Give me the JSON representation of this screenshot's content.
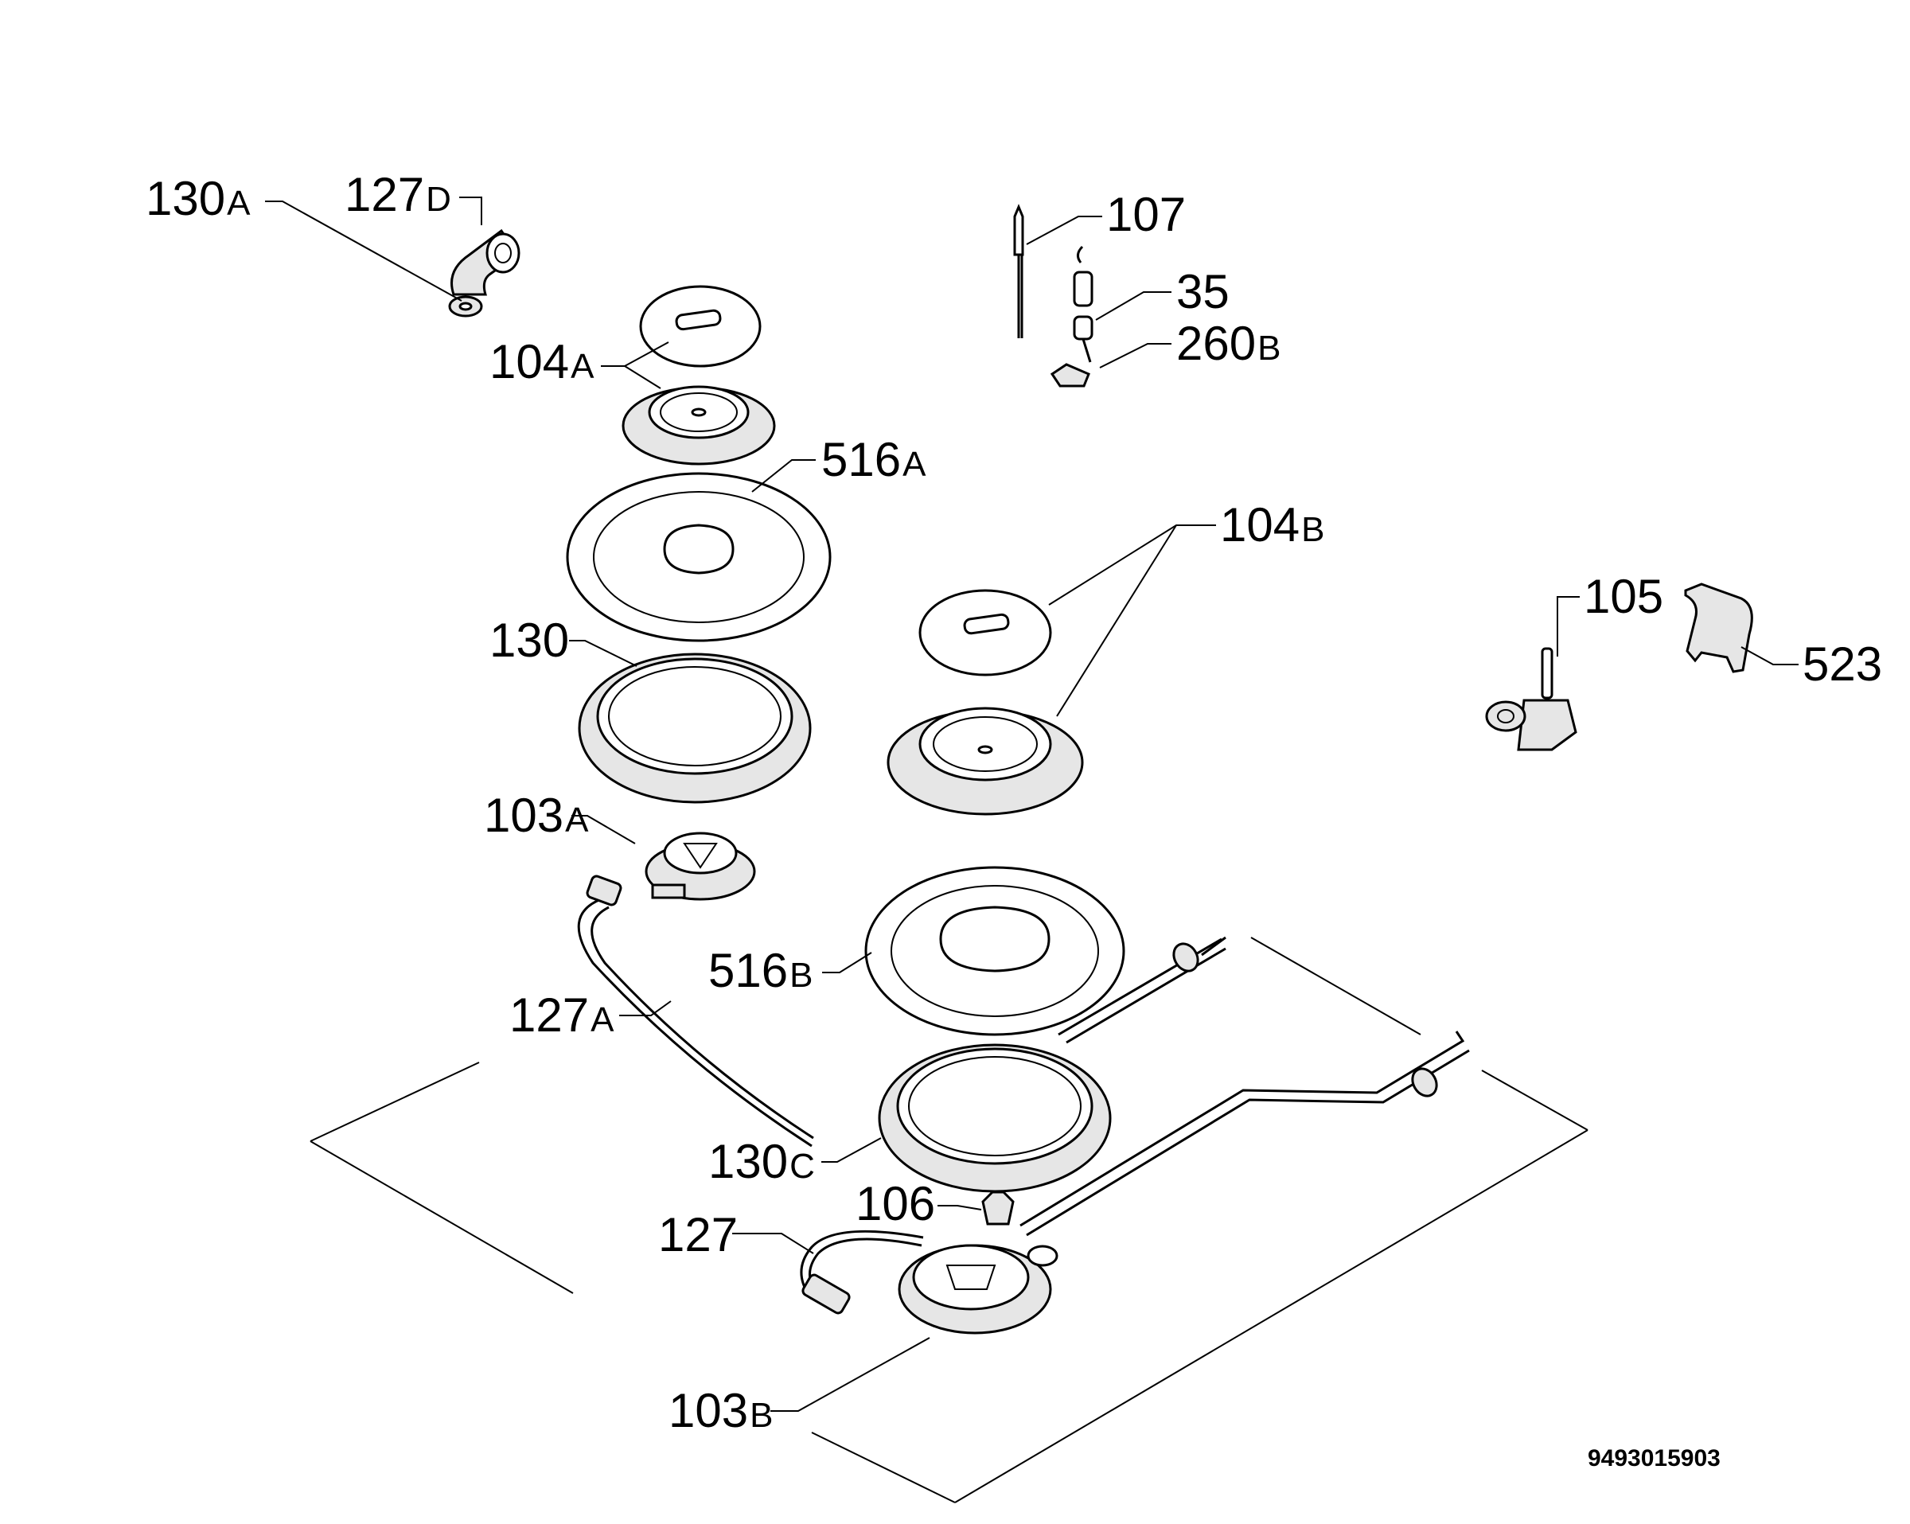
{
  "labels": {
    "l130a": {
      "num": "130",
      "sfx": "A"
    },
    "l127d": {
      "num": "127",
      "sfx": "D"
    },
    "l107": {
      "num": "107",
      "sfx": ""
    },
    "l35": {
      "num": "35",
      "sfx": ""
    },
    "l260b": {
      "num": "260",
      "sfx": "B"
    },
    "l104a": {
      "num": "104",
      "sfx": "A"
    },
    "l516a": {
      "num": "516",
      "sfx": "A"
    },
    "l104b": {
      "num": "104",
      "sfx": "B"
    },
    "l105": {
      "num": "105",
      "sfx": ""
    },
    "l523": {
      "num": "523",
      "sfx": ""
    },
    "l130": {
      "num": "130",
      "sfx": ""
    },
    "l103a": {
      "num": "103",
      "sfx": "A"
    },
    "l516b": {
      "num": "516",
      "sfx": "B"
    },
    "l127a": {
      "num": "127",
      "sfx": "A"
    },
    "l130c": {
      "num": "130",
      "sfx": "C"
    },
    "l106": {
      "num": "106",
      "sfx": ""
    },
    "l127": {
      "num": "127",
      "sfx": ""
    },
    "l103b": {
      "num": "103",
      "sfx": "B"
    }
  },
  "drawing_code": "9493015903"
}
